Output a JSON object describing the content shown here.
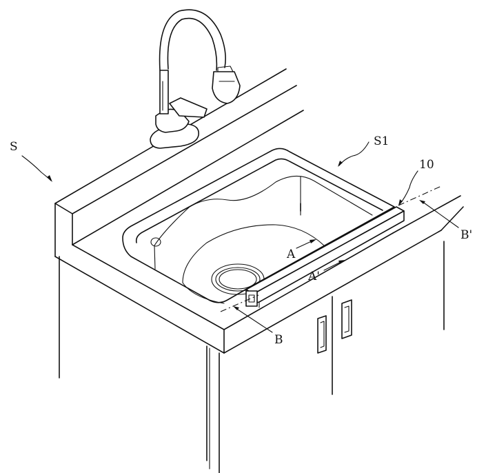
{
  "labels": {
    "sink_assembly": "S",
    "sink_bowl": "S1",
    "component": "10",
    "section_a": "A",
    "section_a_prime": "A'",
    "section_b": "B",
    "section_b_prime": "B'"
  }
}
